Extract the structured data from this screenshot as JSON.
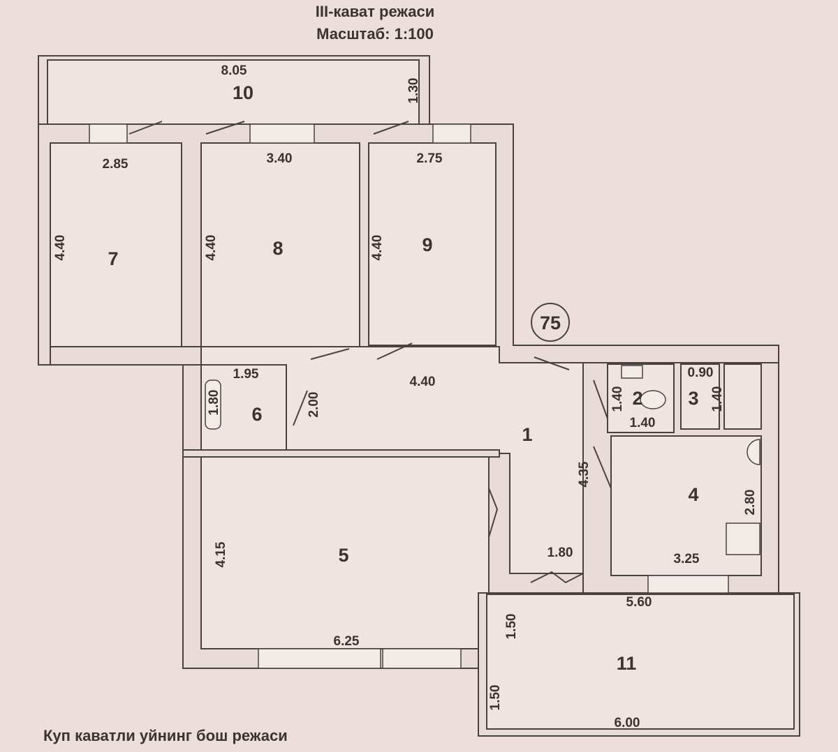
{
  "header": {
    "title": "III-кават режаси",
    "scale": "Масштаб: 1:100"
  },
  "footer": {
    "caption": "Куп каватли уйнинг бош режаси"
  },
  "apartment_number": "75",
  "rooms": {
    "r1": "1",
    "r2": "2",
    "r3": "3",
    "r4": "4",
    "r5": "5",
    "r6": "6",
    "r7": "7",
    "r8": "8",
    "r9": "9",
    "r10": "10",
    "r11": "11"
  },
  "dimensions": {
    "balcony10_len": "8.05",
    "balcony10_w": "1.30",
    "r7_w": "2.85",
    "r7_h": "4.40",
    "r8_w": "3.40",
    "r8_h": "4.40",
    "r9_w": "2.75",
    "r9_h": "4.40",
    "corridor_len": "4.40",
    "r6_w": "1.95",
    "r6_h": "2.00",
    "bath": "1.80",
    "r2_h": "1.40",
    "r2_w": "1.40",
    "r3_w": "0.90",
    "r3_h": "1.40",
    "r1_h": "4.35",
    "r4_h": "2.80",
    "r4_w": "3.25",
    "hall_w": "1.80",
    "r5_h": "4.15",
    "r5_w": "6.25",
    "balcony11_top": "5.60",
    "balcony11_h1": "1.50",
    "balcony11_h2": "1.50",
    "balcony11_len": "6.00"
  }
}
